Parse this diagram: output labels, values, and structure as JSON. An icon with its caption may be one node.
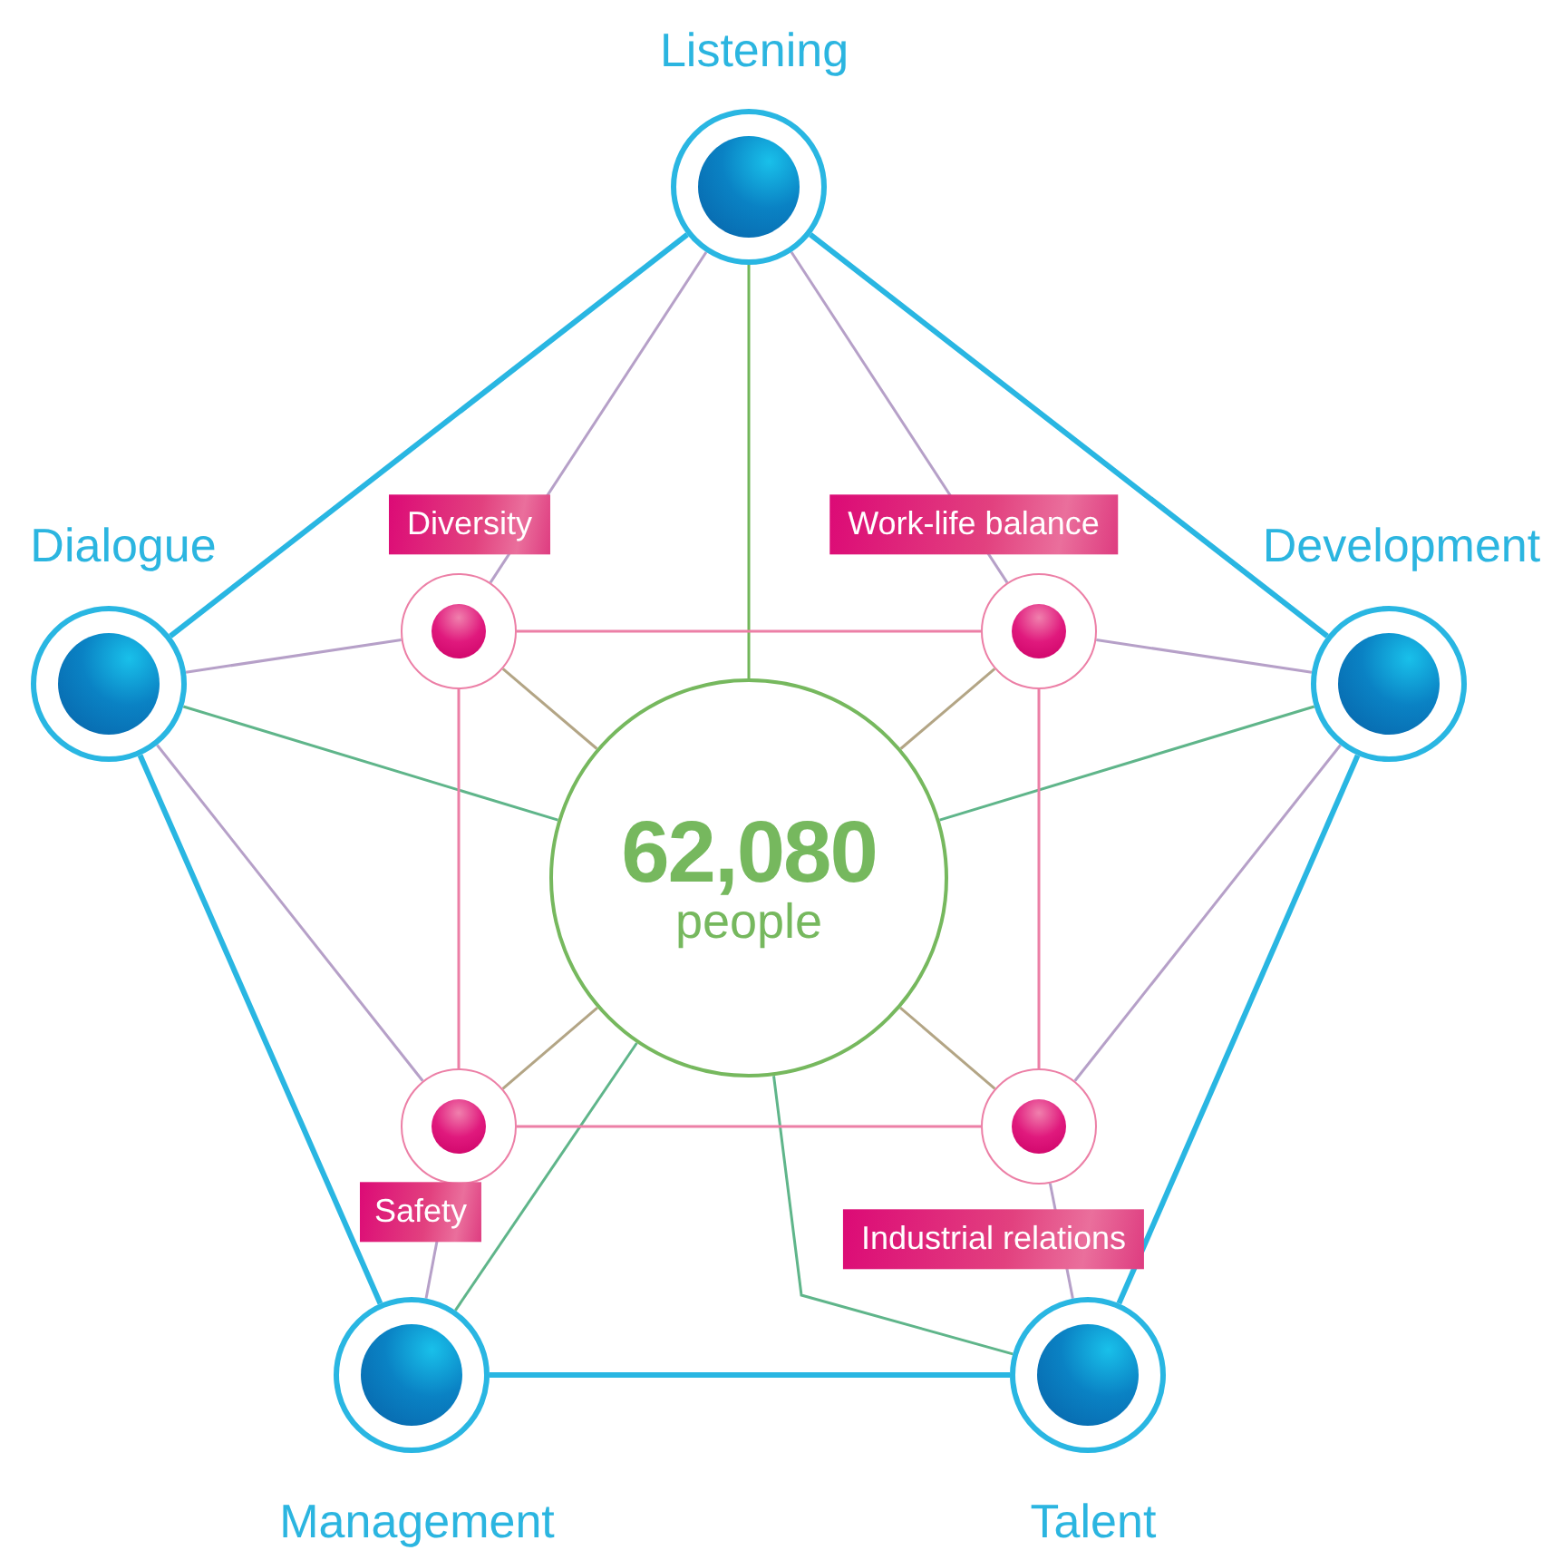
{
  "diagram": {
    "nodes": [
      {
        "text": [
          "62,080",
          "people"
        ]
      },
      {
        "text": [
          "Listening"
        ]
      },
      {
        "text": [
          "Dialogue"
        ]
      },
      {
        "text": [
          "Development"
        ]
      },
      {
        "text": [
          "Management"
        ]
      },
      {
        "text": [
          "Talent"
        ]
      },
      {
        "text": [
          "Diversity"
        ]
      },
      {
        "text": [
          "Work-life balance"
        ]
      },
      {
        "text": [
          "Safety"
        ]
      },
      {
        "text": [
          "Industrial relations"
        ]
      }
    ],
    "edges": [
      {
        "from": 1,
        "to": 2,
        "arrow": "none",
        "style": "thick",
        "color": "#29b6e2"
      },
      {
        "from": 1,
        "to": 3,
        "arrow": "none",
        "style": "thick",
        "color": "#29b6e2"
      },
      {
        "from": 2,
        "to": 4,
        "arrow": "none",
        "style": "thick",
        "color": "#29b6e2"
      },
      {
        "from": 3,
        "to": 5,
        "arrow": "none",
        "style": "thick",
        "color": "#29b6e2"
      },
      {
        "from": 4,
        "to": 5,
        "arrow": "none",
        "style": "thick",
        "color": "#29b6e2"
      },
      {
        "from": 1,
        "to": 0,
        "arrow": "none",
        "color": "#72b65a"
      },
      {
        "from": 2,
        "to": 0,
        "arrow": "none",
        "color": "#5fb58a"
      },
      {
        "from": 3,
        "to": 0,
        "arrow": "none",
        "color": "#5fb58a"
      },
      {
        "from": 4,
        "to": 0,
        "arrow": "none",
        "color": "#5fb58a"
      },
      {
        "from": 5,
        "to": 0,
        "arrow": "none",
        "color": "#5fb58a"
      },
      {
        "from": 6,
        "to": 7,
        "arrow": "none",
        "color": "#ec7fa6"
      },
      {
        "from": 6,
        "to": 8,
        "arrow": "none",
        "color": "#ec7fa6"
      },
      {
        "from": 7,
        "to": 9,
        "arrow": "none",
        "color": "#ec7fa6"
      },
      {
        "from": 8,
        "to": 9,
        "arrow": "none",
        "color": "#ec7fa6"
      },
      {
        "from": 6,
        "to": 0,
        "arrow": "none",
        "color": "#b3a585"
      },
      {
        "from": 7,
        "to": 0,
        "arrow": "none",
        "color": "#b3a585"
      },
      {
        "from": 8,
        "to": 0,
        "arrow": "none",
        "color": "#b3a585"
      },
      {
        "from": 9,
        "to": 0,
        "arrow": "none",
        "color": "#b3a585"
      },
      {
        "from": 1,
        "to": 6,
        "arrow": "none"
      },
      {
        "from": 1,
        "to": 7,
        "arrow": "none"
      },
      {
        "from": 2,
        "to": 6,
        "arrow": "none"
      },
      {
        "from": 2,
        "to": 8,
        "arrow": "none"
      },
      {
        "from": 3,
        "to": 7,
        "arrow": "none"
      },
      {
        "from": 3,
        "to": 9,
        "arrow": "none"
      },
      {
        "from": 4,
        "to": 8,
        "arrow": "none"
      },
      {
        "from": 5,
        "to": 9,
        "arrow": "none"
      }
    ]
  }
}
